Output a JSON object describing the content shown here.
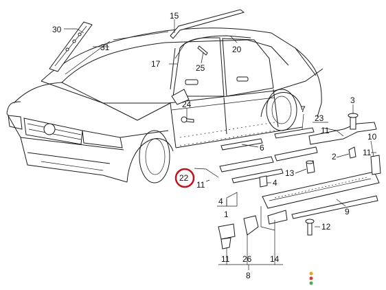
{
  "callouts": {
    "c1": "1",
    "c2": "2",
    "c3": "3",
    "c4a": "4",
    "c4b": "4",
    "c6": "6",
    "c7": "7",
    "c8": "8",
    "c9": "9",
    "c10": "10",
    "c11a": "11",
    "c11b": "11",
    "c11c": "11",
    "c11d": "11",
    "c12": "12",
    "c13": "13",
    "c14": "14",
    "c15": "15",
    "c17": "17",
    "c20": "20",
    "c22": "22",
    "c23": "23",
    "c24": "24",
    "c25": "25",
    "c26": "26",
    "c30": "30",
    "c31": "31"
  },
  "highlighted_callout": "22",
  "colors": {
    "highlight_ring": "#c0141c",
    "status_dots": [
      "#e8a020",
      "#e23b2e",
      "#3bb34a"
    ]
  }
}
